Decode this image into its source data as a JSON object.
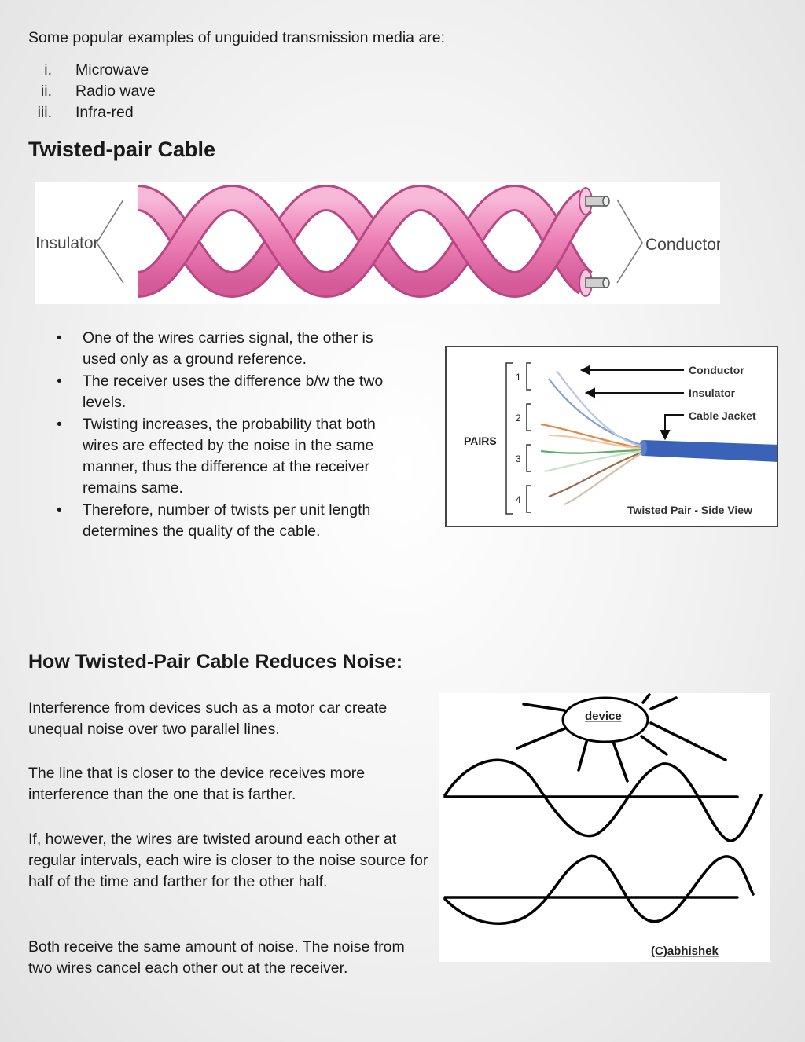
{
  "intro": "Some popular examples of unguided transmission media are:",
  "unguided_list": [
    {
      "num": "i.",
      "label": "Microwave"
    },
    {
      "num": "ii.",
      "label": "Radio wave"
    },
    {
      "num": "iii.",
      "label": "Infra-red"
    }
  ],
  "section1": {
    "title": "Twisted-pair Cable",
    "figure": {
      "left_label": "Insulator",
      "right_label": "Conductors"
    },
    "bullets": [
      "One of the wires carries signal, the other is used only as a ground reference.",
      "The receiver uses the difference b/w the two levels.",
      "Twisting increases, the probability that both wires are effected by the noise in the same manner, thus the difference at the receiver remains same.",
      "Therefore, number of twists per unit length determines the quality of the cable."
    ],
    "pairs_figure": {
      "pairs_label": "PAIRS",
      "pair_numbers": [
        "1",
        "2",
        "3",
        "4"
      ],
      "conductor": "Conductor",
      "insulator": "Insulator",
      "jacket": "Cable Jacket",
      "caption": "Twisted Pair - Side View"
    }
  },
  "section2": {
    "title": "How Twisted-Pair Cable Reduces Noise:",
    "paragraphs": [
      "Interference from devices such as a motor car create unequal noise over two parallel lines.",
      "The line that is closer to the device receives more interference than the one that is farther.",
      "If, however, the wires are twisted around each other at regular intervals, each wire is closer to the noise source for half of the time and farther for the other half.",
      "Both receive the same amount of noise. The noise from two wires cancel each other out at the receiver."
    ],
    "noise_figure": {
      "device_label": "device",
      "credit": "(C)abhishek"
    }
  },
  "colors": {
    "cable_pink": "#ec7fb6",
    "cable_blue": "#3a62b8"
  }
}
